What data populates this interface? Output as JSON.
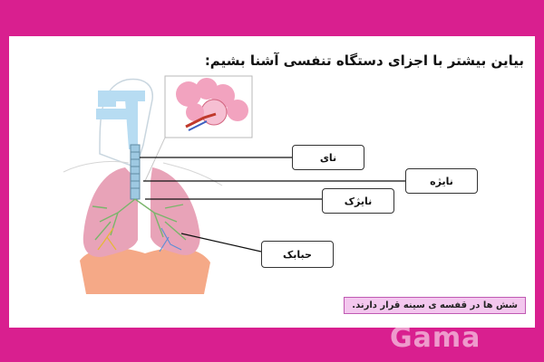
{
  "slide": {
    "title": "بیاین بیشتر با اجزای دستگاه تنفسی آشنا بشیم:",
    "labels": {
      "trachea": "نای",
      "bronchus": "نایژه",
      "bronchiole": "نایژک",
      "alveolus": "حبابک"
    },
    "note": "شش ها در قفسه ی سینه قرار دارند.",
    "watermark": "Gama"
  },
  "colors": {
    "frame": "#d91f8f",
    "lung": "#e8a3b8",
    "diaphragm": "#f4a07a",
    "airway_head": "#b7dcf2",
    "bronchial_tree": "#7ab56b",
    "alveoli": "#f2a3bf",
    "note_bg": "#f3c7ee"
  }
}
